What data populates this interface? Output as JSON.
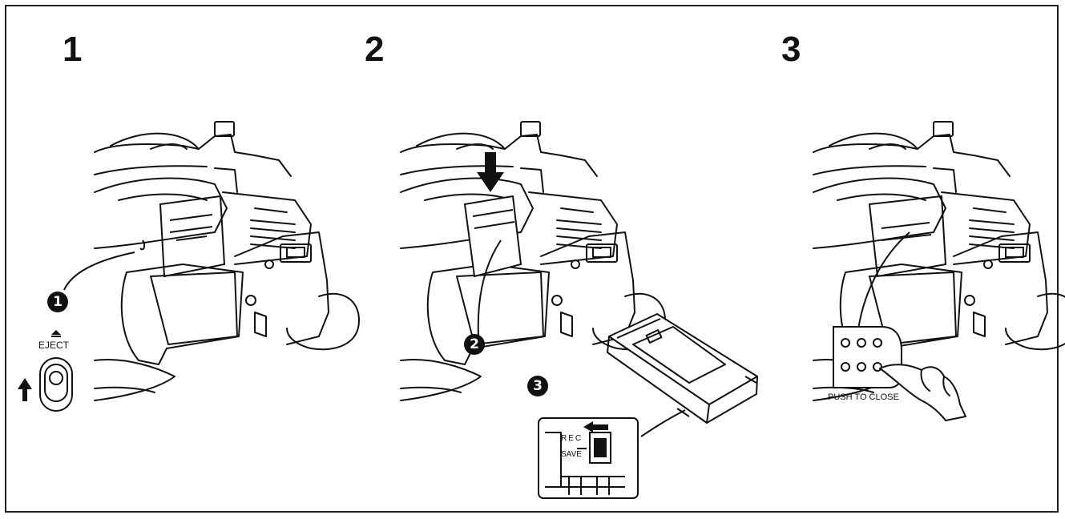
{
  "steps": [
    {
      "number": "1"
    },
    {
      "number": "2"
    },
    {
      "number": "3"
    }
  ],
  "callouts": [
    "1",
    "2",
    "3"
  ],
  "labels": {
    "eject": "EJECT",
    "rec": "REC",
    "save": "SAVE",
    "push_to_close": "PUSH TO CLOSE"
  },
  "colors": {
    "line": "#111111",
    "background": "#ffffff"
  }
}
